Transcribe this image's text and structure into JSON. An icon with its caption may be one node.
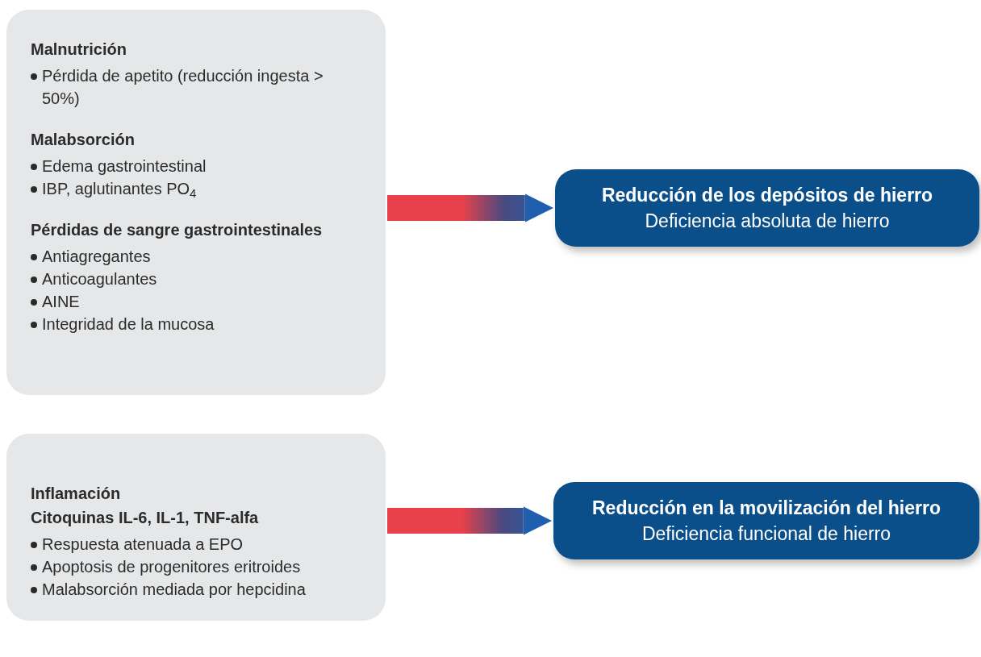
{
  "diagram": {
    "nodes": [
      {
        "text": [
          "Malnutrición",
          "Pérdida de apetito (reducción ingesta > 50%)",
          "Malabsorción",
          "Edema gastrointestinal",
          "IBP, aglutinantes PO$_{4}$",
          "Pérdidas de sangre gastrointestinales",
          "Antiagregantes",
          "Anticoagulantes",
          "AINE",
          "Integridad de la mucosa"
        ]
      },
      {
        "text": [
          "Reducción de los depósitos de hierro",
          "Deficiencia absoluta de hierro"
        ]
      },
      {
        "text": [
          "Inflamación",
          "Citoquinas IL-6, IL-1, TNF-alfa",
          "Respuesta atenuada a EPO",
          "Apoptosis de progenitores eritroides",
          "Malabsorción mediada por hepcidina"
        ]
      },
      {
        "text": [
          "Reducción en la movilización del hierro",
          "Deficiencia funcional de hierro"
        ]
      }
    ],
    "edges": [
      {
        "from": 0,
        "to": 1,
        "arrow": "to",
        "style": "thick"
      },
      {
        "from": 2,
        "to": 3,
        "arrow": "to",
        "style": "thick"
      }
    ]
  }
}
